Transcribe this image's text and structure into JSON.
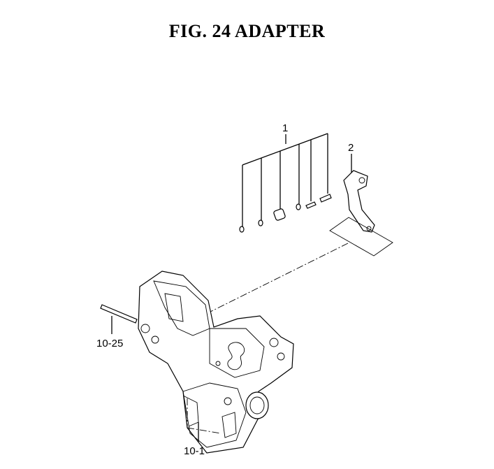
{
  "figure": {
    "title": "FIG. 24  ADAPTER"
  },
  "callouts": {
    "part_1": "1",
    "part_2": "2",
    "part_10_25": "10-25",
    "part_10_1": "10-1"
  }
}
